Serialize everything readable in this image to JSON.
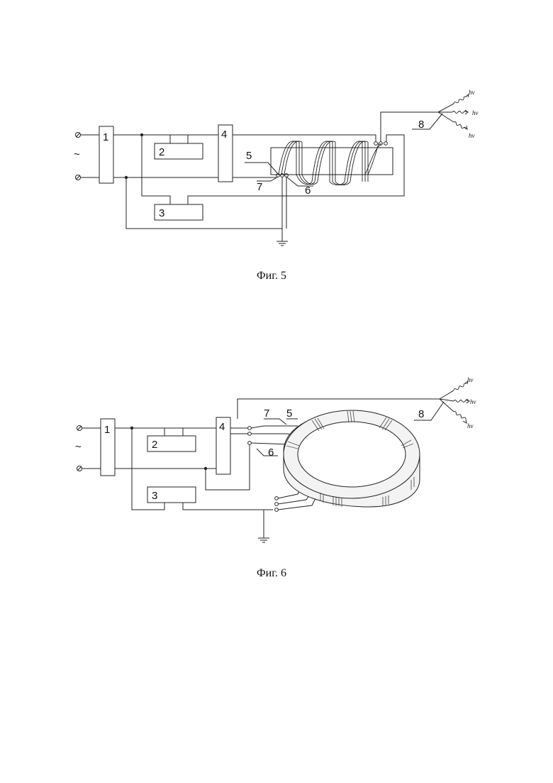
{
  "figures": [
    {
      "caption": "Фиг. 5",
      "labels": {
        "b1": "1",
        "b2": "2",
        "b3": "3",
        "b4": "4",
        "n5": "5",
        "n6": "6",
        "n7": "7",
        "n8": "8"
      },
      "ac_symbol": "~",
      "photon": "hν"
    },
    {
      "caption": "Фиг. 6",
      "labels": {
        "b1": "1",
        "b2": "2",
        "b3": "3",
        "b4": "4",
        "n5": "5",
        "n6": "6",
        "n7": "7",
        "n8": "8"
      },
      "ac_symbol": "~",
      "photon": "hν"
    }
  ]
}
